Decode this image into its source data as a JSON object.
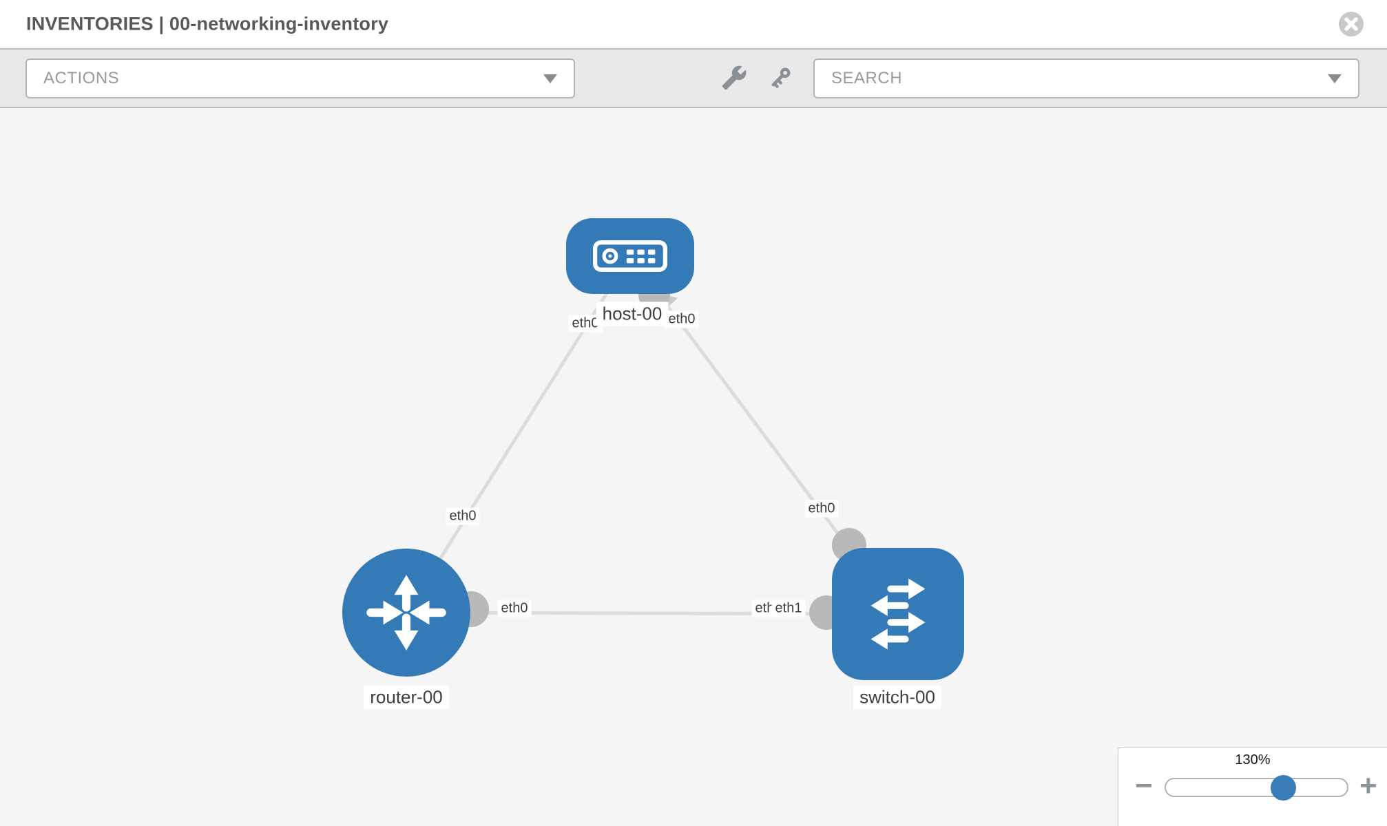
{
  "header": {
    "title": "INVENTORIES | 00-networking-inventory"
  },
  "toolbar": {
    "actions_dropdown": {
      "label": "ACTIONS"
    },
    "search_dropdown": {
      "label": "SEARCH"
    },
    "tools": [
      "wrench",
      "key"
    ]
  },
  "graph": {
    "nodes": [
      {
        "id": "host-00",
        "type": "host",
        "label": "host-00"
      },
      {
        "id": "router-00",
        "type": "router",
        "label": "router-00"
      },
      {
        "id": "switch-00",
        "type": "switch",
        "label": "switch-00"
      }
    ],
    "links": [
      {
        "source": "host-00",
        "source_port": "eth0",
        "target": "router-00",
        "target_port": "eth0"
      },
      {
        "source": "host-00",
        "source_port": "eth0",
        "target": "switch-00",
        "target_port": "eth0"
      },
      {
        "source": "router-00",
        "source_port": "eth0",
        "target": "switch-00",
        "target_port": "eth1"
      }
    ],
    "port_labels": [
      "eth0",
      "eth0",
      "eth0",
      "eth0",
      "eth0",
      "eth0",
      "eth1"
    ],
    "colors": {
      "node_fill": "#337ab7",
      "link_line": "#dcdcdc",
      "connector": "#b9b9b9",
      "canvas_bg": "#f5f5f5"
    }
  },
  "zoom_control": {
    "level": "130%",
    "minus": "−",
    "plus": "+"
  }
}
